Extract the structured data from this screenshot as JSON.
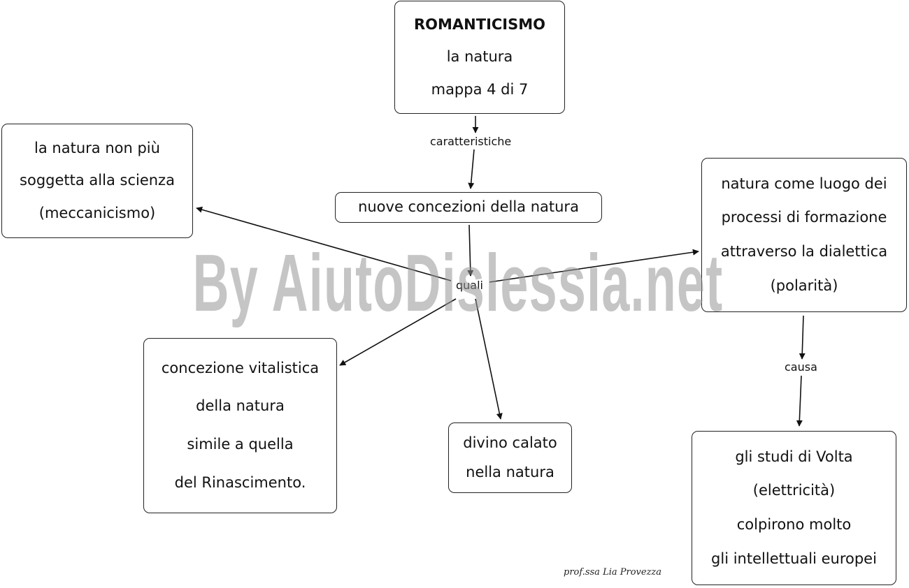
{
  "nodes": {
    "romanticismo": {
      "title": "ROMANTICISMO",
      "lines": [
        "la natura",
        "mappa 4  di 7"
      ]
    },
    "non_scienza": {
      "lines": [
        "la natura non più",
        "soggetta alla scienza",
        "(meccanicismo)"
      ]
    },
    "nuove": {
      "lines": [
        "nuove concezioni della natura"
      ]
    },
    "dialettica": {
      "lines": [
        "natura come luogo dei",
        "processi di formazione",
        "attraverso la dialettica",
        "(polarità)"
      ]
    },
    "vitalistica": {
      "lines": [
        "concezione vitalistica",
        "della natura",
        "simile a quella",
        "del Rinascimento."
      ]
    },
    "divino": {
      "lines": [
        "divino calato",
        "nella natura"
      ]
    },
    "volta": {
      "lines": [
        "gli studi di Volta",
        "(elettricità)",
        "colpirono molto",
        "gli intellettuali europei"
      ]
    }
  },
  "edge_labels": {
    "caratteristiche": "caratteristiche",
    "quali": "quali",
    "causa": "causa"
  },
  "watermark": "By AiutoDislessia.net",
  "signature": "prof.ssa Lia Provezza",
  "colors": {
    "line": "#111111",
    "watermark": "#969696"
  }
}
